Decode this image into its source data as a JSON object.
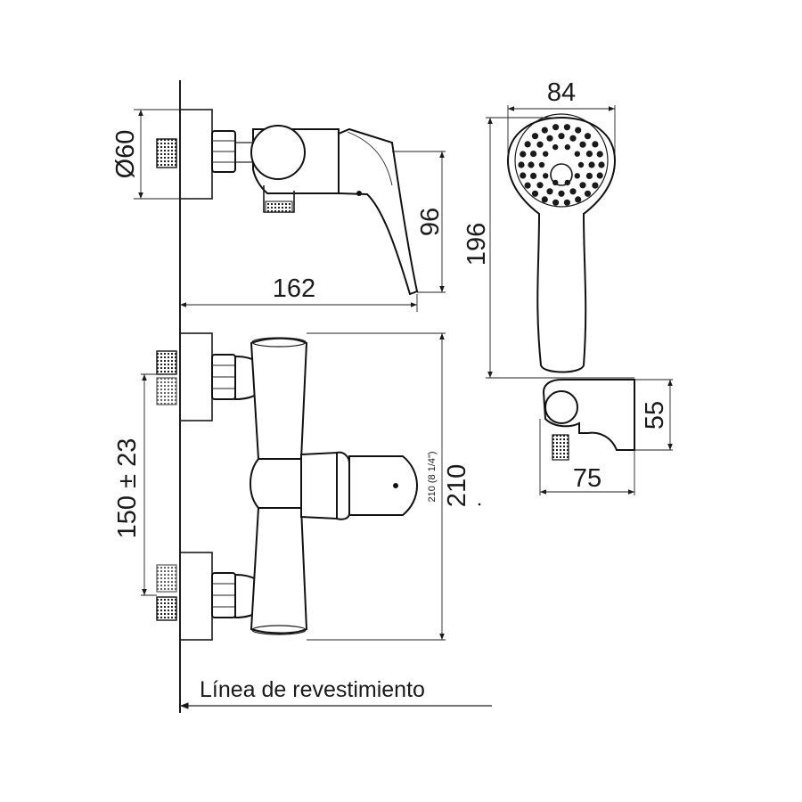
{
  "dimensions": {
    "diameter": "Ø60",
    "handle_height": "96",
    "body_width": "162",
    "total_height": "210",
    "total_height_imperial": "210 (8 1/4\")",
    "inlet_spacing": "150 ± 23",
    "shower_head_width": "84",
    "shower_head_length": "196",
    "holder_height": "55",
    "holder_depth": "75"
  },
  "wall_line_label": "Línea de revestimiento"
}
